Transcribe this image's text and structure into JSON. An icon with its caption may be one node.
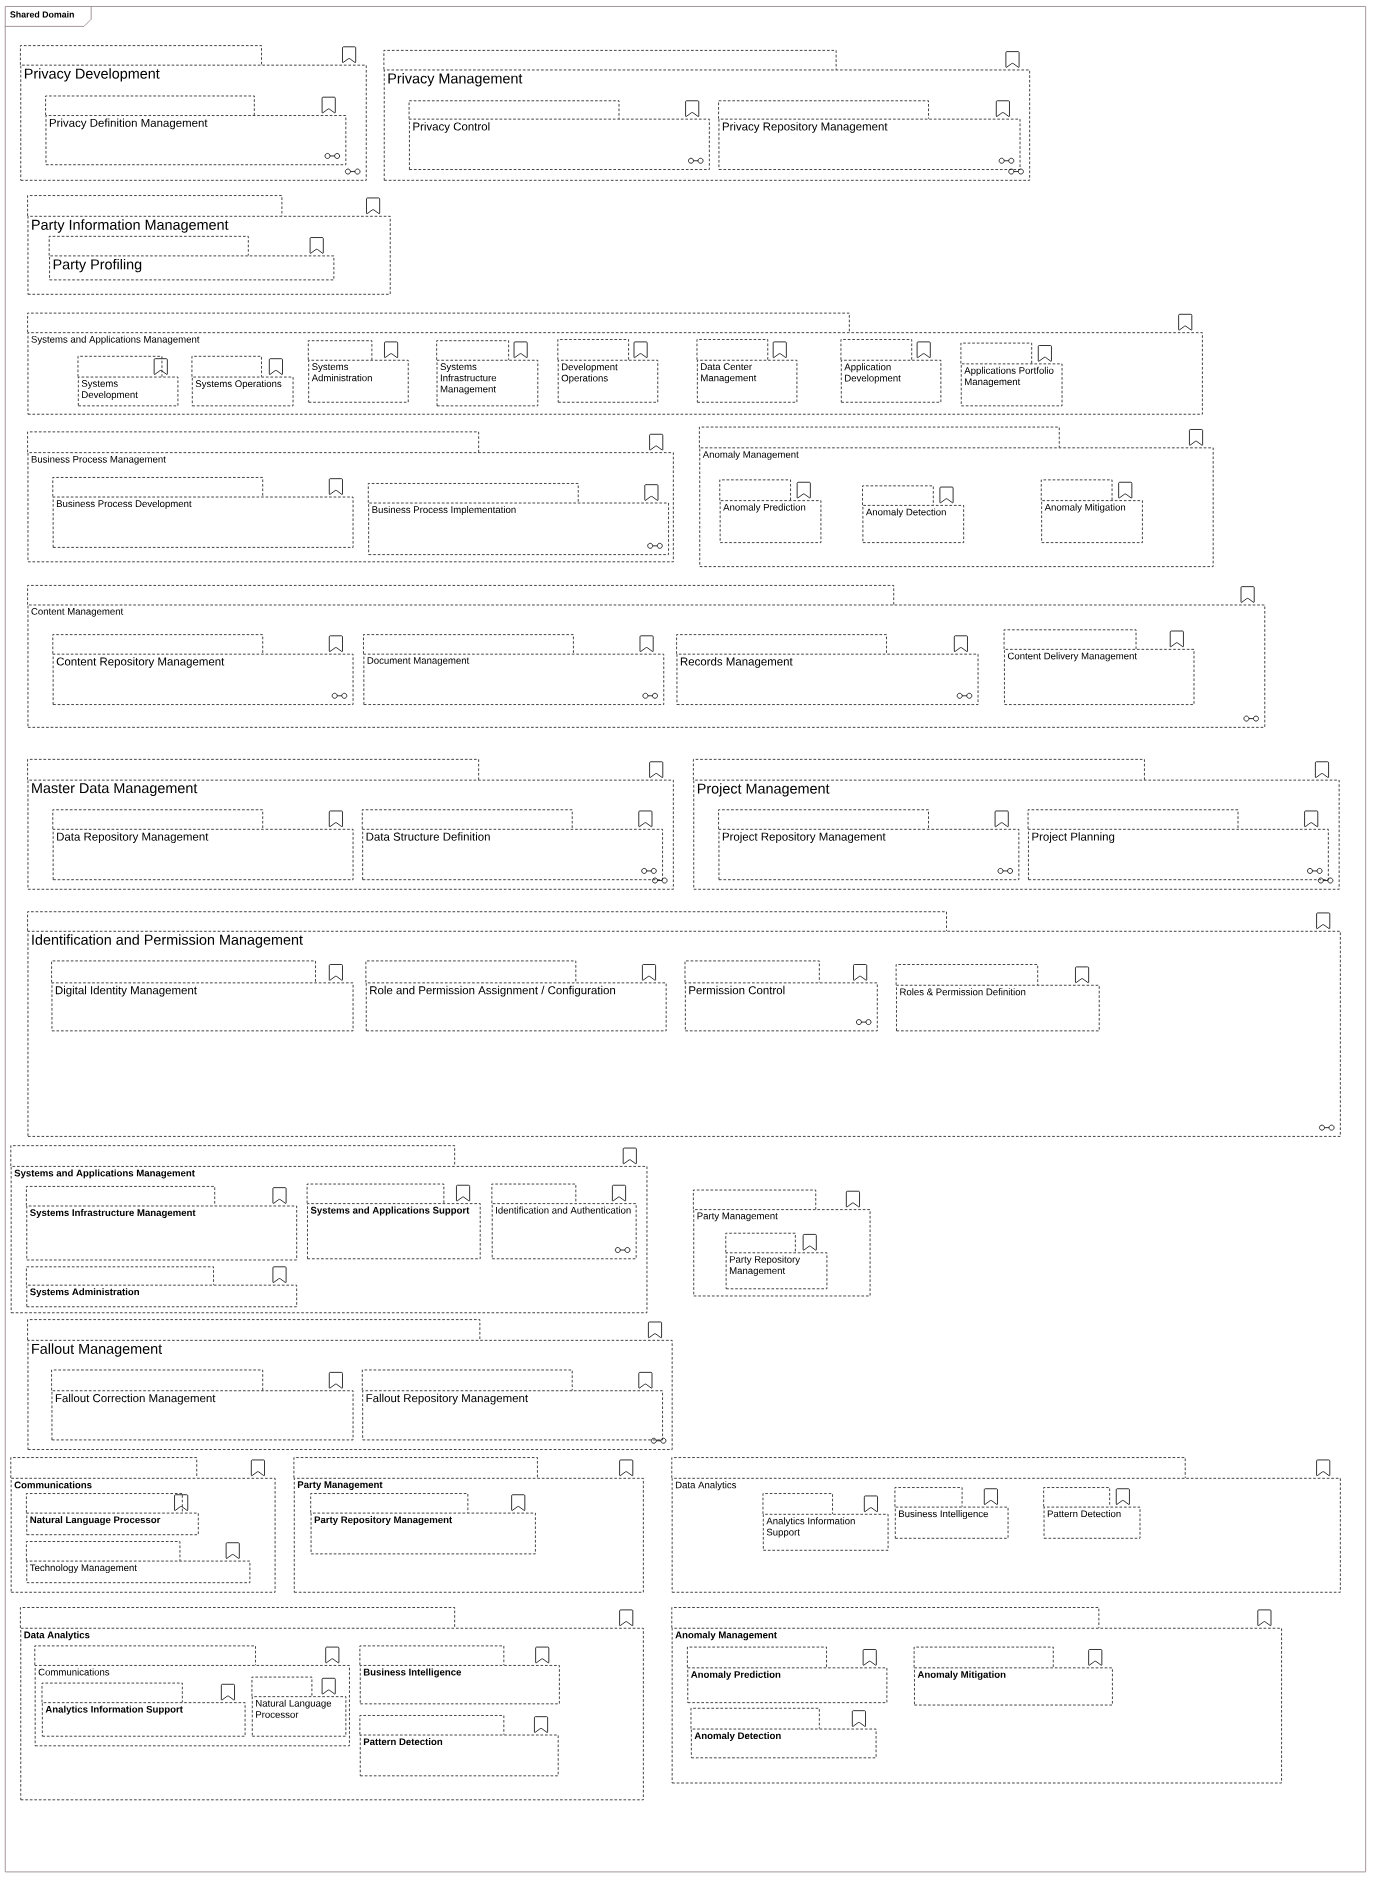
{
  "diagram": {
    "nodes": [
      {
        "text": [
          "Shared Domain"
        ]
      },
      {
        "text": [
          "Privacy Development"
        ],
        "in": 0
      },
      {
        "text": [
          "Privacy Definition Management"
        ],
        "in": 1
      },
      {
        "text": [
          "Privacy Management"
        ],
        "in": 0
      },
      {
        "text": [
          "Privacy Control"
        ],
        "in": 3
      },
      {
        "text": [
          "Privacy Repository Management"
        ],
        "in": 3
      },
      {
        "text": [
          "Party Information Management"
        ],
        "in": 0
      },
      {
        "text": [
          "Party Profiling"
        ],
        "in": 6
      },
      {
        "text": [
          "Systems and Applications Management"
        ],
        "in": 0
      },
      {
        "text": [
          "Systems Development"
        ],
        "in": 8
      },
      {
        "text": [
          "Systems Operations"
        ],
        "in": 8
      },
      {
        "text": [
          "Systems Administration"
        ],
        "in": 8
      },
      {
        "text": [
          "Systems Infrastructure Management"
        ],
        "in": 8
      },
      {
        "text": [
          "Development Operations"
        ],
        "in": 8
      },
      {
        "text": [
          "Data Center Management"
        ],
        "in": 8
      },
      {
        "text": [
          "Application Development"
        ],
        "in": 8
      },
      {
        "text": [
          "Applications Portfolio Management"
        ],
        "in": 8
      },
      {
        "text": [
          "Business Process Management"
        ],
        "in": 0
      },
      {
        "text": [
          "Business Process Development"
        ],
        "in": 17
      },
      {
        "text": [
          "Business Process Implementation"
        ],
        "in": 17
      },
      {
        "text": [
          "Anomaly Management"
        ],
        "in": 0
      },
      {
        "text": [
          "Anomaly Prediction"
        ],
        "in": 20
      },
      {
        "text": [
          "Anomaly Detection"
        ],
        "in": 20
      },
      {
        "text": [
          "Anomaly Mitigation"
        ],
        "in": 20
      },
      {
        "text": [
          "Content Management"
        ],
        "in": 0
      },
      {
        "text": [
          "Content Repository Management"
        ],
        "in": 24
      },
      {
        "text": [
          "Document Management"
        ],
        "in": 24
      },
      {
        "text": [
          "Records Management"
        ],
        "in": 24
      },
      {
        "text": [
          "Content Delivery Management"
        ],
        "in": 24
      },
      {
        "text": [
          "Master Data Management"
        ],
        "in": 0
      },
      {
        "text": [
          "Data Repository Management"
        ],
        "in": 29
      },
      {
        "text": [
          "Data Structure Definition"
        ],
        "in": 29
      },
      {
        "text": [
          "Project Management"
        ],
        "in": 0
      },
      {
        "text": [
          "Project Repository Management"
        ],
        "in": 32
      },
      {
        "text": [
          "Project Planning"
        ],
        "in": 32
      },
      {
        "text": [
          "Identification and Permission Management"
        ],
        "in": 0
      },
      {
        "text": [
          "Digital Identity Management"
        ],
        "in": 35
      },
      {
        "text": [
          "Role and Permission Assignment / Configuration"
        ],
        "in": 35
      },
      {
        "text": [
          "Permission Control"
        ],
        "in": 35
      },
      {
        "text": [
          "Roles & Permission Definition"
        ],
        "in": 35
      },
      {
        "text": [
          "Systems and Applications Management"
        ],
        "in": 0
      },
      {
        "text": [
          "Identification and Authentication"
        ],
        "in": 40
      },
      {
        "text": [
          "Systems Infrastructure Management"
        ],
        "in": 40
      },
      {
        "text": [
          "Systems and Applications Support"
        ],
        "in": 40
      },
      {
        "text": [
          "Systems Administration"
        ],
        "in": 40
      },
      {
        "text": [
          "Fallout Management"
        ],
        "in": 0
      },
      {
        "text": [
          "Fallout Correction Management"
        ],
        "in": 45
      },
      {
        "text": [
          "Fallout Repository Management"
        ],
        "in": 45
      },
      {
        "text": [
          "Party Management"
        ],
        "in": 0
      },
      {
        "text": [
          "Party Repository Management"
        ],
        "in": 48
      },
      {
        "text": [
          "Communications"
        ],
        "in": 0
      },
      {
        "text": [
          "Natural Language Processor"
        ],
        "in": 50
      },
      {
        "text": [
          "Technology Management"
        ],
        "in": 50
      },
      {
        "text": [
          "Party Management"
        ],
        "in": 0
      },
      {
        "text": [
          "Party Repository Management"
        ],
        "in": 53
      },
      {
        "text": [
          "Data Analytics"
        ],
        "in": 0
      },
      {
        "text": [
          "Analytics Information Support"
        ],
        "in": 55
      },
      {
        "text": [
          "Business Intelligence"
        ],
        "in": 55
      },
      {
        "text": [
          "Pattern Detection"
        ],
        "in": 55
      },
      {
        "text": [
          "Data Analytics"
        ],
        "in": 0
      },
      {
        "text": [
          "Communications"
        ],
        "in": 59
      },
      {
        "text": [
          "Analytics Information Support"
        ],
        "in": 60
      },
      {
        "text": [
          "Natural Language Processor"
        ],
        "in": 60
      },
      {
        "text": [
          "Business Intelligence"
        ],
        "in": 59
      },
      {
        "text": [
          "Pattern Detection"
        ],
        "in": 59
      },
      {
        "text": [
          "Anomaly Management"
        ],
        "in": 0
      },
      {
        "text": [
          "Anomaly Prediction"
        ],
        "in": 65
      },
      {
        "text": [
          "Anomaly Mitigation"
        ],
        "in": 65
      },
      {
        "text": [
          "Anomaly Detection"
        ],
        "in": 65
      }
    ]
  }
}
